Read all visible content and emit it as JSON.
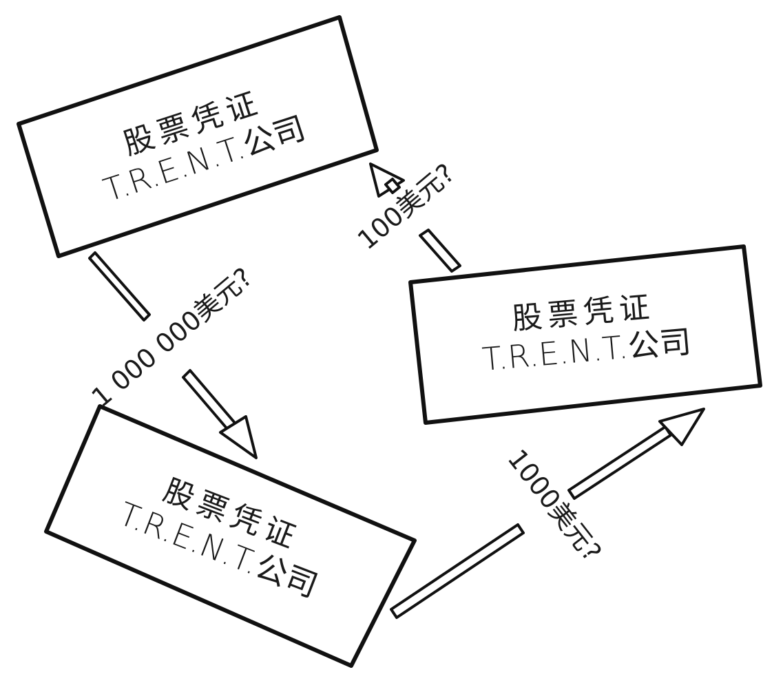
{
  "cards": [
    {
      "line1": "股票凭证",
      "line2": "T.R.E.N.T.公司"
    },
    {
      "line1": "股票凭证",
      "line2": "T.R.E.N.T.公司"
    },
    {
      "line1": "股票凭证",
      "line2": "T.R.E.N.T.公司"
    }
  ],
  "arrows": [
    {
      "label": "1 000 000美元?"
    },
    {
      "label": "1000美元?"
    },
    {
      "label": "100美元?"
    }
  ]
}
